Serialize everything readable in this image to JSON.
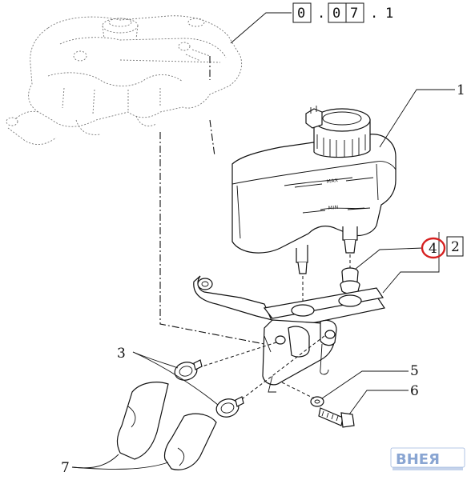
{
  "ref_label": {
    "text": "0 . 07 . 1",
    "chars": [
      "0",
      ".",
      "0",
      "7",
      ".",
      "1"
    ]
  },
  "reservoir": {
    "max_text": "MAX",
    "min_text": "MIN"
  },
  "callouts": [
    {
      "id": "1",
      "text": "1"
    },
    {
      "id": "4",
      "text": "4",
      "highlight_color": "#d62020"
    },
    {
      "id": "2",
      "text": "2"
    },
    {
      "id": "3",
      "text": "3"
    },
    {
      "id": "5",
      "text": "5"
    },
    {
      "id": "6",
      "text": "6"
    },
    {
      "id": "7",
      "text": "7"
    }
  ],
  "watermark": {
    "text": "ВНЕЯ",
    "color": "#6c8fc8"
  }
}
